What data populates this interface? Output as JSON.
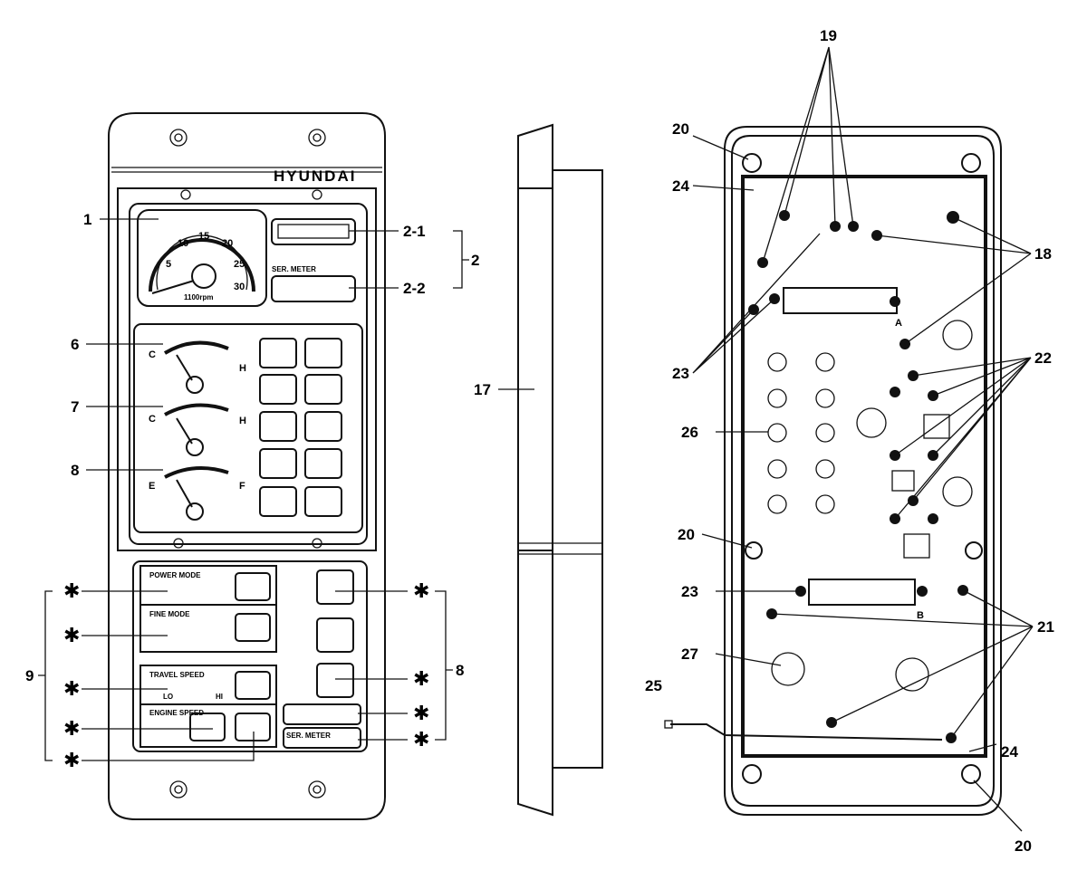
{
  "panel": {
    "brand": "HYUNDAI",
    "tach_ticks": [
      "5",
      "10",
      "15",
      "20",
      "25",
      "30"
    ],
    "tach_unit": "1100rpm",
    "ser_meter": "SER. METER",
    "gauges": [
      {
        "low": "C",
        "high": "H"
      },
      {
        "low": "C",
        "high": "H"
      },
      {
        "low": "E",
        "high": "F"
      }
    ],
    "power_mode": "POWER MODE",
    "fine_mode": "FINE MODE",
    "travel_speed": "TRAVEL SPEED",
    "travel_lo": "LO",
    "travel_hi": "HI",
    "engine_speed": "ENGINE SPEED",
    "ser_meter_bottom": "SER. METER"
  },
  "back": {
    "connector_a": "A",
    "connector_b": "B"
  },
  "callouts": {
    "c1": "1",
    "c2_1": "2-1",
    "c2": "2",
    "c2_2": "2-2",
    "c6": "6",
    "c7": "7",
    "c8_left": "8",
    "c17": "17",
    "c9": "9",
    "c8_right": "8",
    "asterisk": "✱",
    "c19": "19",
    "c20_top": "20",
    "c24_top": "24",
    "c18": "18",
    "c23_top": "23",
    "c22": "22",
    "c26": "26",
    "c20_mid": "20",
    "c23_mid": "23",
    "c21": "21",
    "c27": "27",
    "c25": "25",
    "c24_bot": "24",
    "c20_bot": "20"
  }
}
